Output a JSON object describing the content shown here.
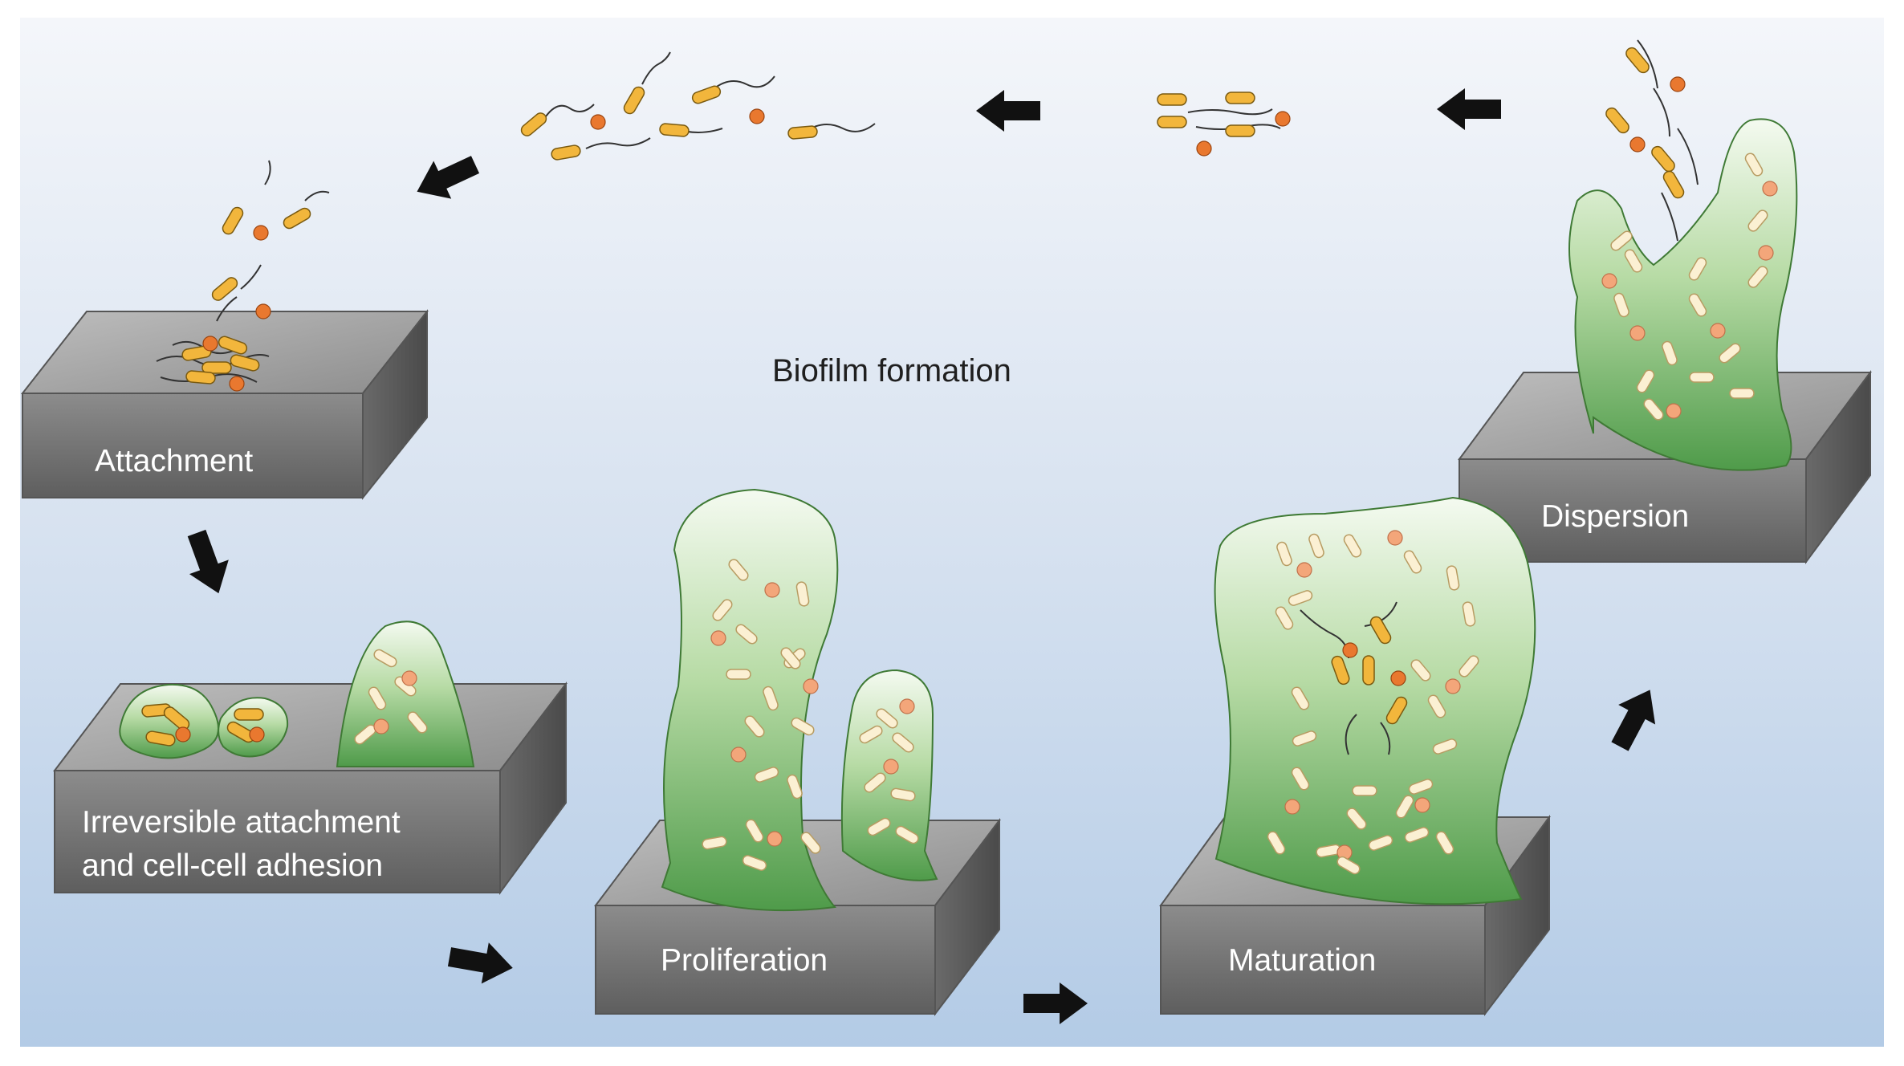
{
  "title": "Biofilm formation",
  "stages": [
    {
      "id": "attachment",
      "label": "Attachment"
    },
    {
      "id": "irreversible",
      "label_line1": "Irreversible attachment",
      "label_line2": "and cell-cell adhesion"
    },
    {
      "id": "proliferation",
      "label": "Proliferation"
    },
    {
      "id": "maturation",
      "label": "Maturation"
    },
    {
      "id": "dispersion",
      "label": "Dispersion"
    }
  ],
  "colors": {
    "background_top": "#f2f5fa",
    "background_bottom": "#b7cde6",
    "block_front": "#7a7a7a",
    "block_top": "#9a9a9a",
    "biofilm": "#8cc47a",
    "rod_cell": "#f2b63c",
    "cocci": "#e9782f",
    "embedded_rod": "#fbf0d3",
    "arrow": "#111111"
  }
}
